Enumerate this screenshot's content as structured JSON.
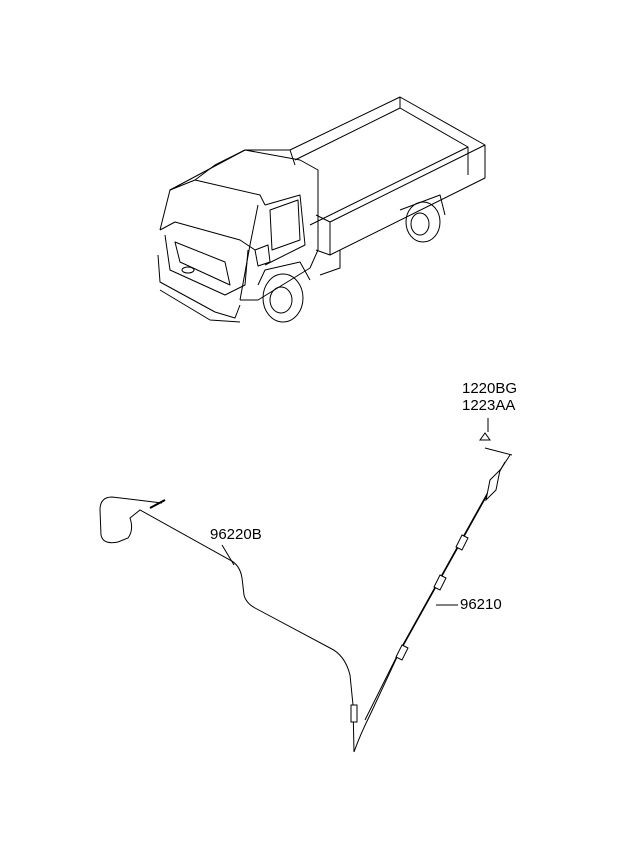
{
  "diagram": {
    "subject": "truck",
    "parts": [
      {
        "id": "antenna-bolt",
        "labels": [
          "1220BG",
          "1223AA"
        ]
      },
      {
        "id": "antenna-cable-feeder",
        "labels": [
          "96220B"
        ]
      },
      {
        "id": "antenna-assembly",
        "labels": [
          "96210"
        ]
      }
    ]
  }
}
